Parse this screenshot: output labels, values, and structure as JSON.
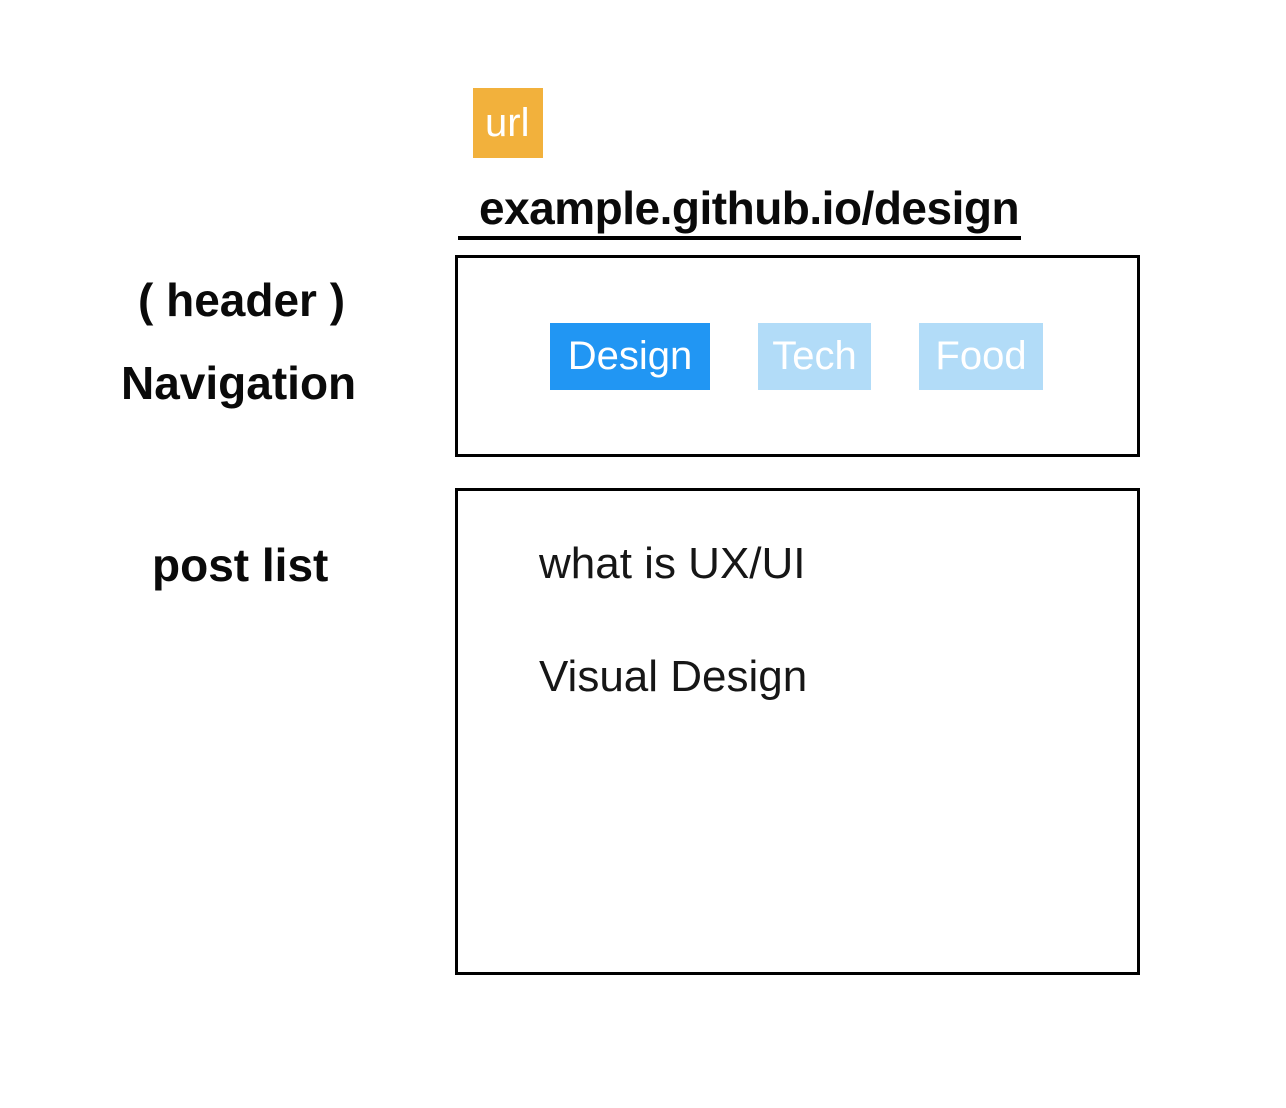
{
  "badge": {
    "label": "url"
  },
  "url": {
    "text": "example.github.io/design"
  },
  "annotations": {
    "header": "( header )",
    "navigation": "Navigation",
    "post_list": "post list"
  },
  "navigation": {
    "items": [
      {
        "label": "Design",
        "active": true
      },
      {
        "label": "Tech",
        "active": false
      },
      {
        "label": "Food",
        "active": false
      }
    ]
  },
  "post_list": {
    "items": [
      "what is UX/UI",
      "Visual Design"
    ]
  },
  "colors": {
    "active_tab": "#2196F3",
    "inactive_tab": "#B2DCF8",
    "badge": "#F2B13C",
    "tab_text": "#FFFFFF",
    "outline": "#000000",
    "label_text": "#0A0A0A",
    "post_text": "#161616"
  }
}
